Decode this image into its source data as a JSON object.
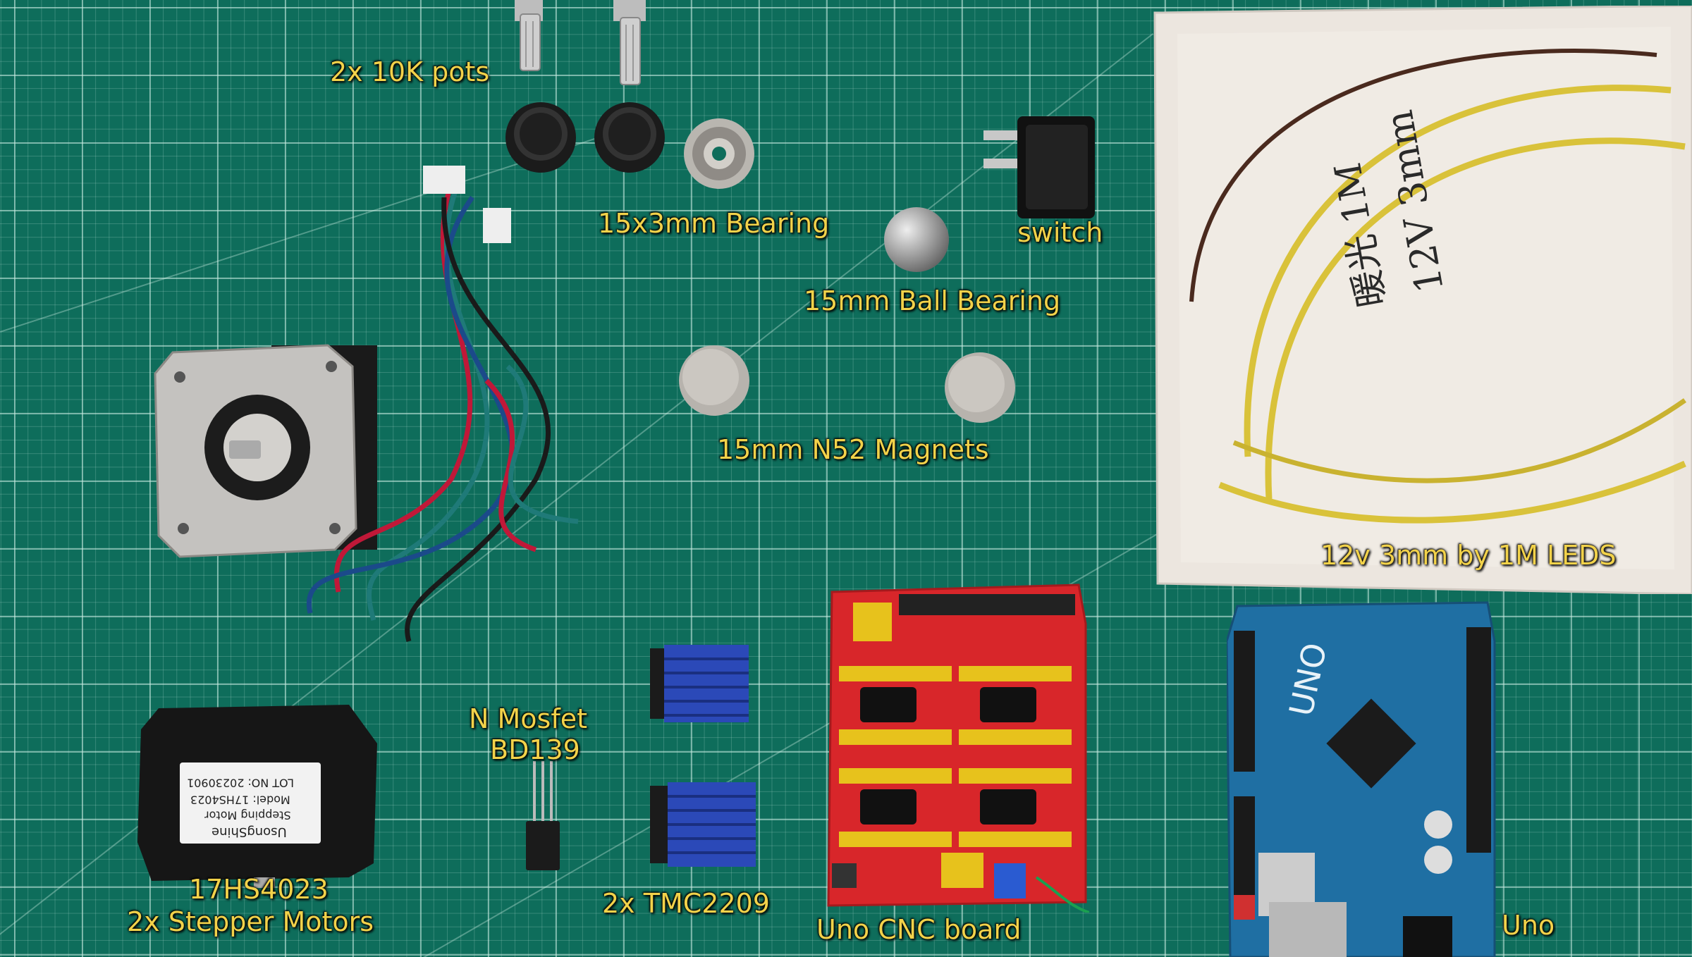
{
  "labels": {
    "pots": "2x 10K pots",
    "bearing": "15x3mm Bearing",
    "switch": "switch",
    "ball_bearing": "15mm Ball Bearing",
    "magnets": "15mm N52 Magnets",
    "leds": "12v 3mm by 1M LEDS",
    "mosfet_line1": "N Mosfet",
    "mosfet_line2": "BD139",
    "motor_line1": "17HS4023",
    "motor_line2": "2x Stepper Motors",
    "tmc": "2x TMC2209",
    "cnc": "Uno CNC board",
    "uno": "Uno"
  },
  "printed": {
    "bag_handwriting_1": "12V 3mm",
    "bag_handwriting_2": "暖光 1M",
    "motor_sticker_1": "UsongShine",
    "motor_sticker_2": "Stepping Motor",
    "motor_sticker_3": "Model: 17HS4023",
    "motor_sticker_4": "LOT NO: 20230901",
    "uno_board_text": "UNO"
  },
  "colors": {
    "mat": "#0e6d5b",
    "label_text": "#f2d24a",
    "cnc_board": "#d8262a",
    "uno_board": "#1f6fa3",
    "heatsink": "#2b49b8"
  }
}
